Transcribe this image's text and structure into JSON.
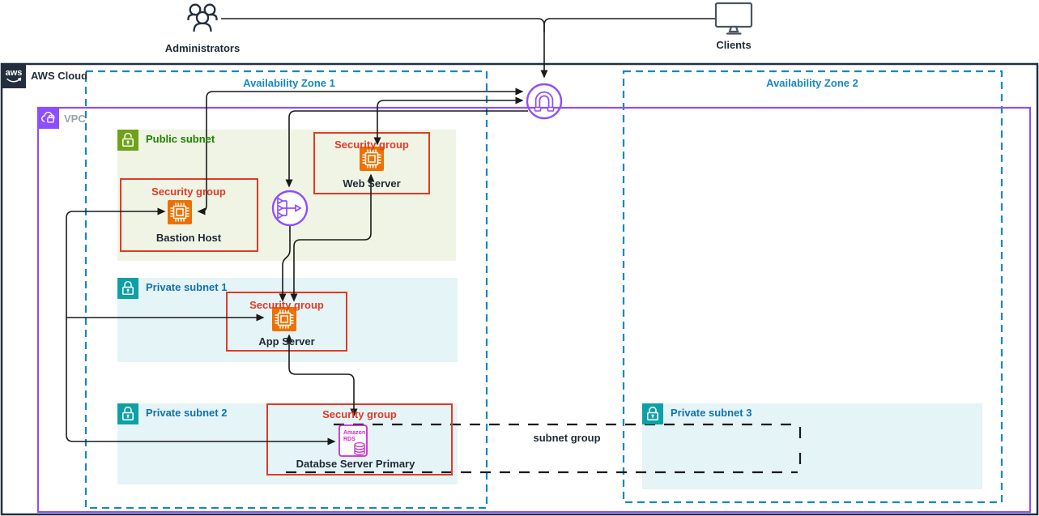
{
  "title": "AWS three-tier architecture diagram",
  "actors": {
    "administrators": "Administrators",
    "clients": "Clients"
  },
  "containers": {
    "aws_cloud": "AWS Cloud",
    "aws_logo": "aws",
    "vpc": "VPC",
    "az1": "Availability Zone 1",
    "az2": "Availability Zone 2",
    "public_subnet": "Public subnet",
    "private_subnet_1": "Private subnet 1",
    "private_subnet_2": "Private subnet 2",
    "private_subnet_3": "Private subnet 3",
    "subnet_group": "subnet group"
  },
  "labels": {
    "security_group": "Security group"
  },
  "nodes": {
    "bastion": "Bastion Host",
    "web": "Web Server",
    "app": "App Server",
    "db": "Databse Server Primary",
    "rds_line1": "Amazon",
    "rds_line2": "RDS"
  },
  "colors": {
    "c-dark": "#232F3E",
    "c-az": "#1687C2",
    "c-vpc": "#8C4FFF",
    "c-sg": "#E23A26",
    "c-ec2": "#ED7100",
    "c-rds": "#CE2ACE",
    "c-pub-icon": "#6FA21B",
    "c-pub-fill": "#F0F4E4",
    "c-pub-text": "#1D8102",
    "c-priv-icon": "#0DA0A5",
    "c-priv-fill": "#E5F4F6",
    "c-priv-text": "#1273B0",
    "c-line": "#1A1A1A",
    "c-gray-label": "#9BA4AB",
    "c-actor": "#232F3E",
    "c-monitor": "#4A5561"
  }
}
